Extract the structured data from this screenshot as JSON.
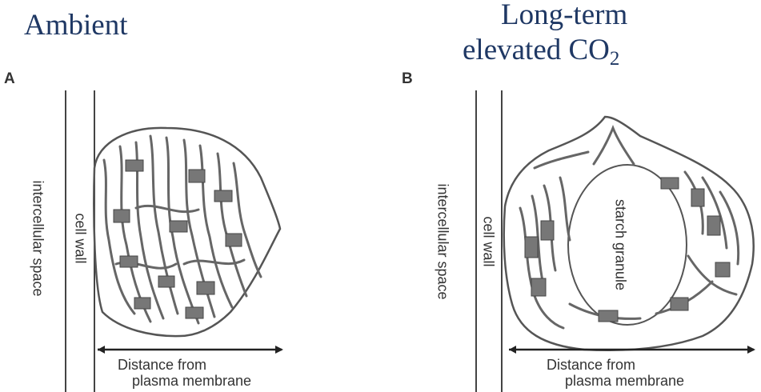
{
  "titles": {
    "ambient": "Ambient",
    "elevated_line1": "Long-term",
    "elevated_line2_main": "elevated CO",
    "elevated_line2_sub": "2"
  },
  "panels": {
    "a": {
      "letter": "A",
      "intercellular_label": "intercellular space",
      "cell_wall_label": "cell wall",
      "distance_line1": "Distance from",
      "distance_line2": "plasma membrane"
    },
    "b": {
      "letter": "B",
      "intercellular_label": "intercellular space",
      "cell_wall_label": "cell wall",
      "starch_label": "starch granule",
      "distance_line1": "Distance from",
      "distance_line2": "plasma membrane"
    }
  },
  "colors": {
    "title": "#1f3864",
    "line": "#444444",
    "thylakoid": "#666666"
  }
}
